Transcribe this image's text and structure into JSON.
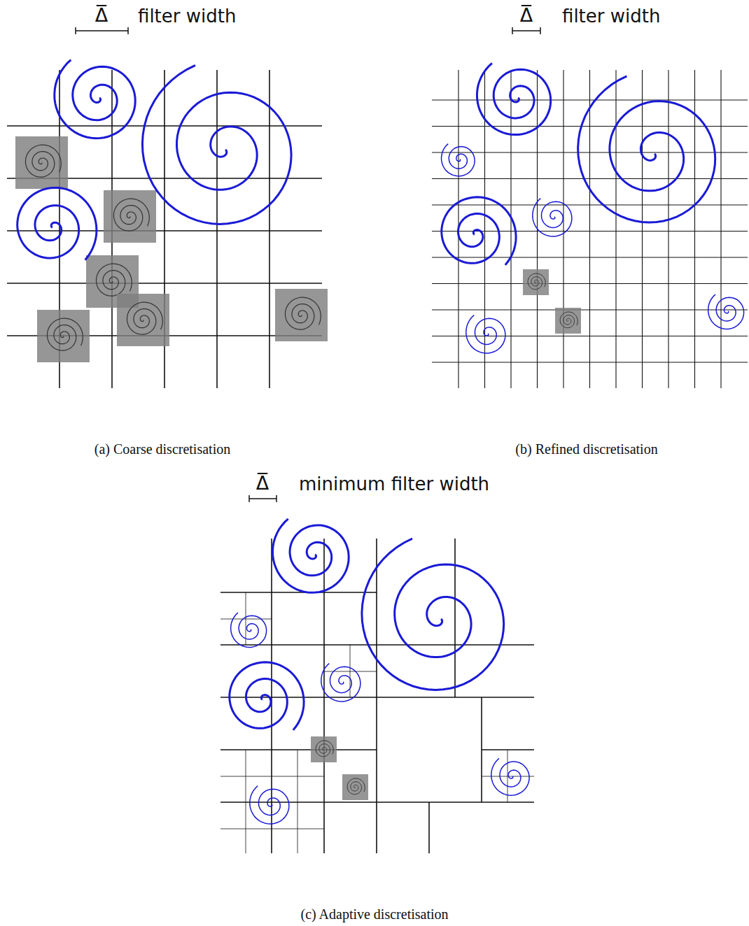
{
  "diagram": {
    "labels": [
      "Δ",
      "filter width",
      "Δ",
      "filter width",
      "(a) Coarse discretisation",
      "(b) Refined discretisation",
      "Δ",
      "minimum filter width",
      "(c) Adaptive discretisation"
    ]
  }
}
